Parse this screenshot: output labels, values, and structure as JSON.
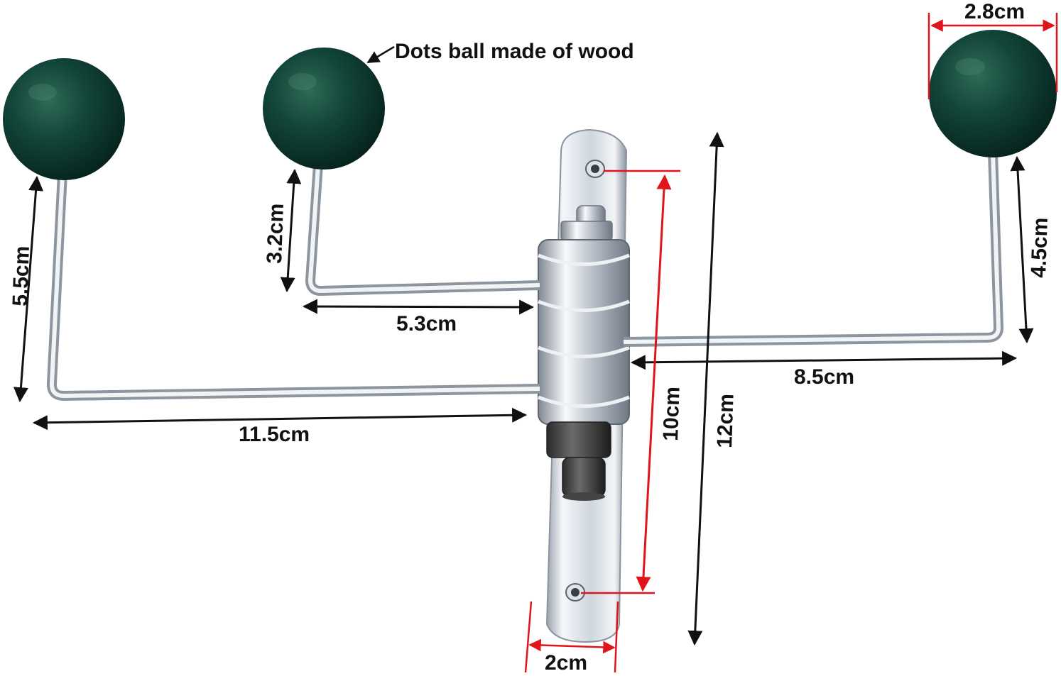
{
  "product": {
    "callout": "Dots ball made of wood",
    "ball_color": "#0f4230",
    "metal_color": "#c8ced6",
    "dimension_line_color_red": "#e0141b",
    "dimension_line_color_black": "#111111"
  },
  "dimensions": {
    "ball_diameter": "2.8cm",
    "left_arm_height": "5.5cm",
    "left_arm_length": "11.5cm",
    "middle_arm_height": "3.2cm",
    "middle_arm_length": "5.3cm",
    "right_arm_height": "4.5cm",
    "right_arm_length": "8.5cm",
    "hole_spacing": "10cm",
    "plate_height": "12cm",
    "plate_width": "2cm"
  }
}
